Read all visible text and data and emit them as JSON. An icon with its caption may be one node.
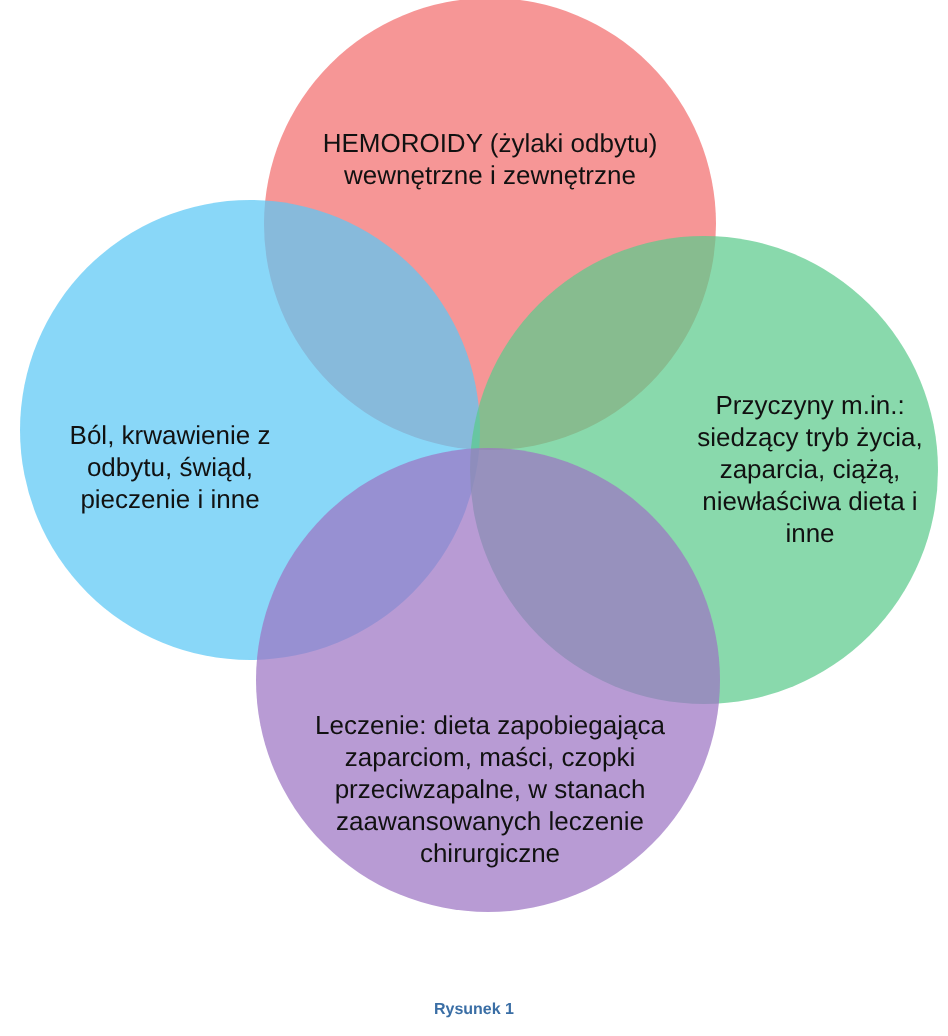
{
  "diagram": {
    "caption": "Rysunek 1",
    "nodes": [
      {
        "text": [
          "HEMOROIDY (żylaki odbytu) wewnętrzne i zewnętrzne"
        ]
      },
      {
        "text": [
          "Ból, krwawienie z odbytu, świąd, pieczenie i inne"
        ]
      },
      {
        "text": [
          "Przyczyny m.in.: siedzący tryb życia, zaparcia, ciążą, niewłaściwa dieta i inne"
        ]
      },
      {
        "text": [
          "Leczenie: dieta zapobiegająca zaparciom, maści, czopki przeciwzapalne, w stanach zaawansowanych leczenie chirurgiczne"
        ]
      }
    ]
  }
}
